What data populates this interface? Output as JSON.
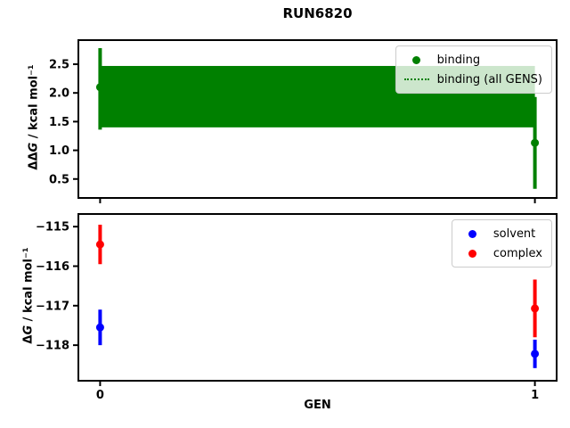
{
  "title": "RUN6820",
  "xlabel": "GEN",
  "colors": {
    "binding": "#008000",
    "binding_all_gens": "#008000",
    "solvent": "#0000ff",
    "complex": "#ff0000",
    "axes": "#000000",
    "legend_border": "#cccccc"
  },
  "chart_data": [
    {
      "type": "scatter",
      "title": "RUN6820",
      "xlabel": "",
      "ylabel": "ΔΔG / kcal mol⁻¹",
      "ylabel_delta": "ΔΔ",
      "ylabel_var": "G",
      "ylabel_rest": " / kcal mol⁻¹",
      "xlim": [
        -0.05,
        1.05
      ],
      "ylim": [
        0.17,
        2.92
      ],
      "xtick_values": [
        0,
        1
      ],
      "xtick_labels": [
        "",
        ""
      ],
      "ytick_values": [
        0.5,
        1.0,
        1.5,
        2.0,
        2.5
      ],
      "ytick_labels": [
        "0.5",
        "1.0",
        "1.5",
        "2.0",
        "2.5"
      ],
      "grid": false,
      "legend_position": "upper right",
      "legend": [
        "binding",
        "binding (all GENS)"
      ],
      "band": {
        "label": "binding (all GENS)",
        "x": [
          0,
          1
        ],
        "y_low": 1.4,
        "y_high": 2.47,
        "color": "#008000"
      },
      "series": [
        {
          "name": "binding",
          "color": "#008000",
          "points": [
            {
              "x": 0,
              "y": 2.1,
              "err_up": 0.68,
              "err_down": 0.74
            },
            {
              "x": 1,
              "y": 1.13,
              "err_up": 0.8,
              "err_down": 0.8
            }
          ]
        }
      ]
    },
    {
      "type": "scatter",
      "title": "",
      "xlabel": "GEN",
      "ylabel": "ΔG / kcal mol⁻¹",
      "ylabel_delta": "Δ",
      "ylabel_var": "G",
      "ylabel_rest": " / kcal mol⁻¹",
      "xlim": [
        -0.05,
        1.05
      ],
      "ylim": [
        -118.9,
        -114.68
      ],
      "xtick_values": [
        0,
        1
      ],
      "xtick_labels": [
        "0",
        "1"
      ],
      "ytick_values": [
        -115,
        -116,
        -117,
        -118
      ],
      "ytick_labels": [
        "−115",
        "−116",
        "−117",
        "−118"
      ],
      "grid": false,
      "legend_position": "upper right",
      "legend": [
        "solvent",
        "complex"
      ],
      "series": [
        {
          "name": "solvent",
          "color": "#0000ff",
          "points": [
            {
              "x": 0,
              "y": -117.55,
              "err_up": 0.45,
              "err_down": 0.45
            },
            {
              "x": 1,
              "y": -118.22,
              "err_up": 0.36,
              "err_down": 0.36
            }
          ]
        },
        {
          "name": "complex",
          "color": "#ff0000",
          "points": [
            {
              "x": 0,
              "y": -115.45,
              "err_up": 0.5,
              "err_down": 0.5
            },
            {
              "x": 1,
              "y": -117.07,
              "err_up": 0.73,
              "err_down": 0.73
            }
          ]
        }
      ]
    }
  ]
}
